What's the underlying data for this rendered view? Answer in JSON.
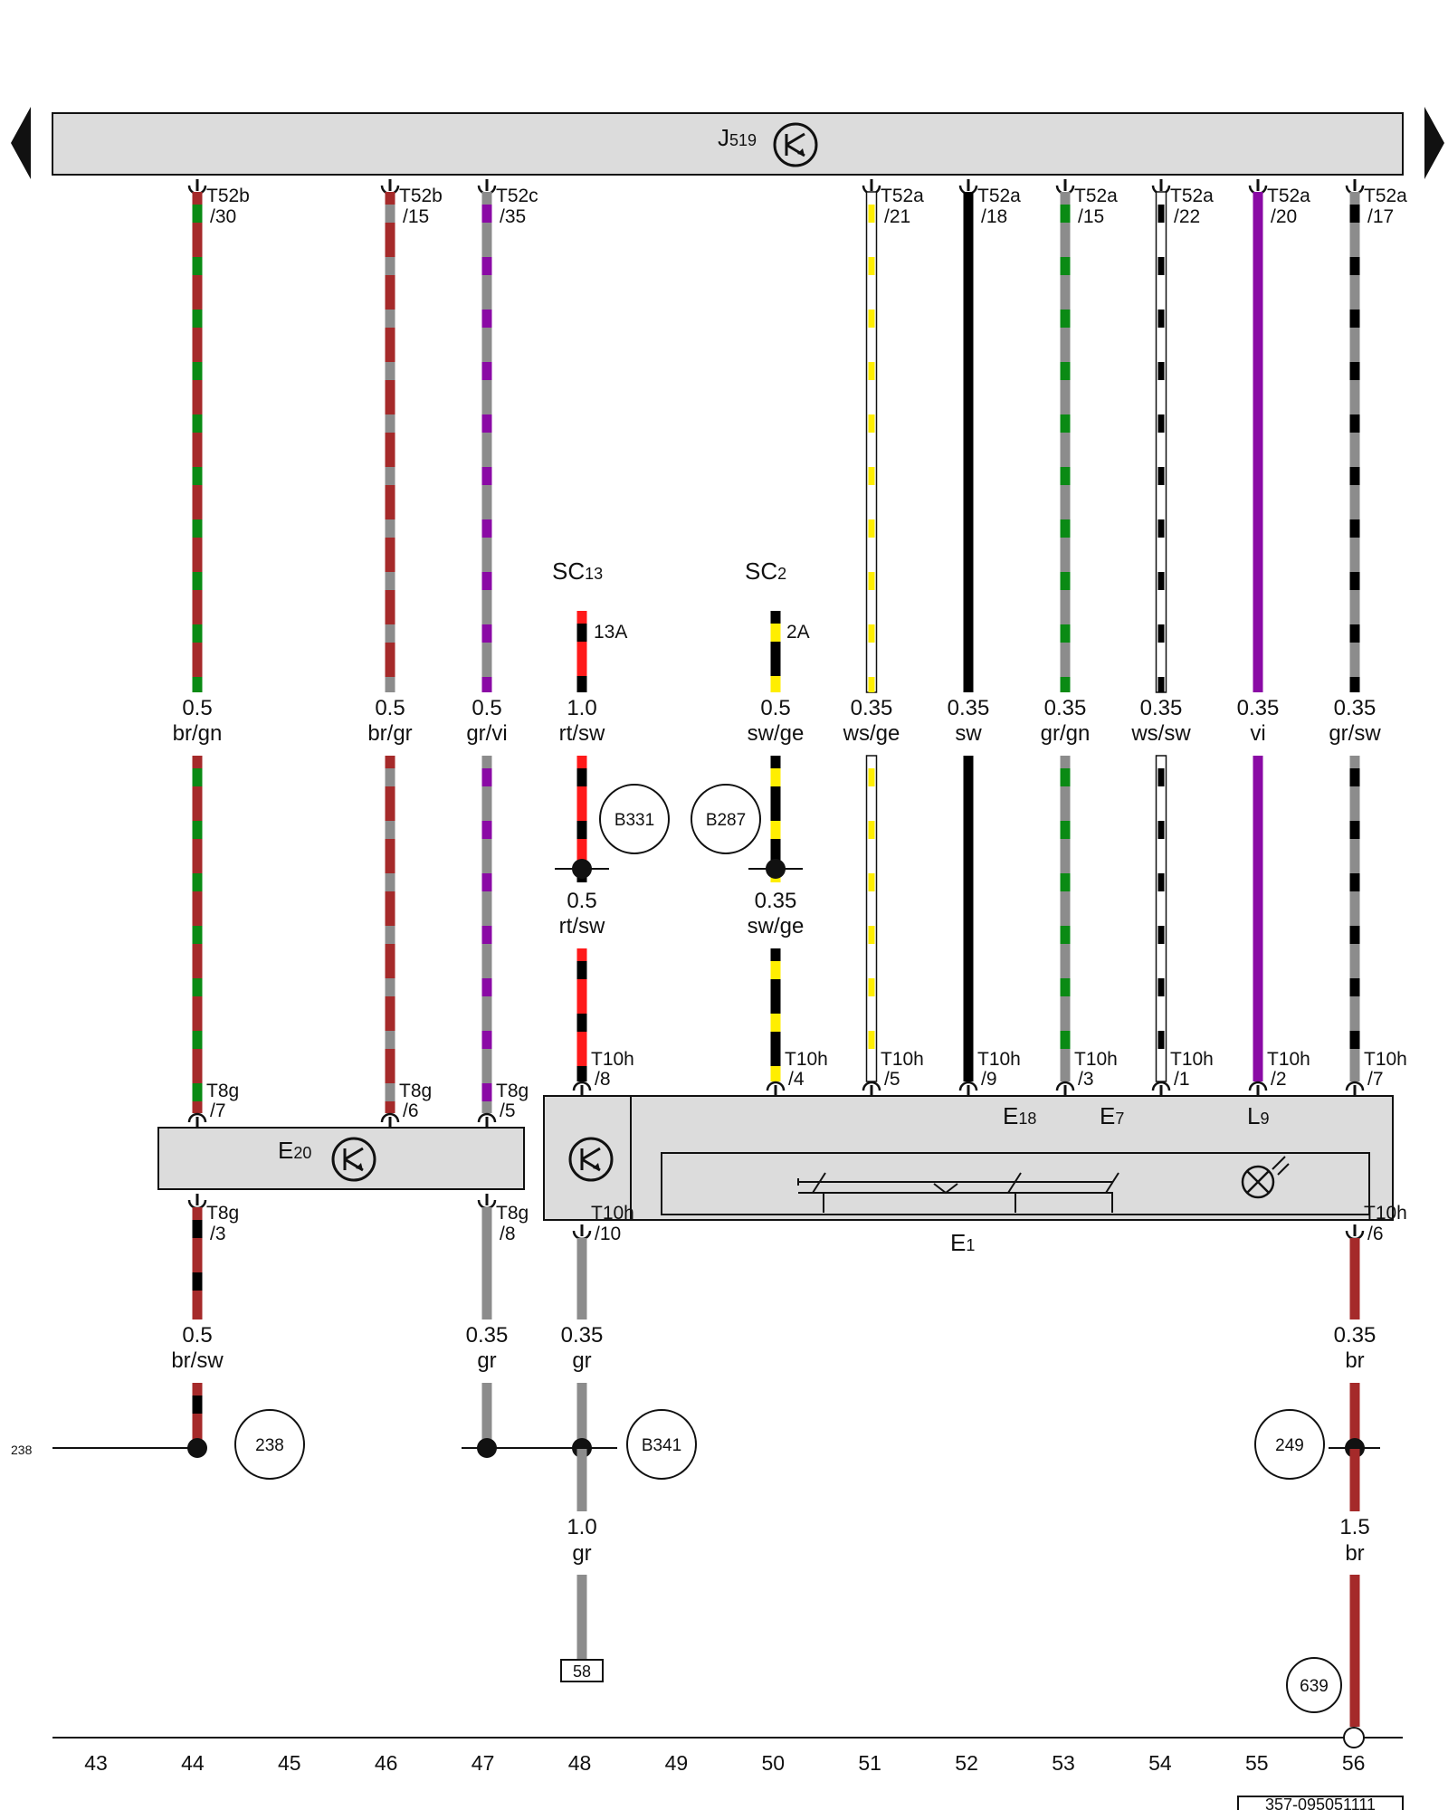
{
  "colors": {
    "br": "#a52a2a",
    "gn": "#0a8a14",
    "gr": "#8c8c8c",
    "vi": "#8a0aa5",
    "rt": "#ff1a1a",
    "sw": "#000000",
    "ge": "#ffee00",
    "ws": "#ffffff",
    "unit_fill": "#dcdcdc"
  },
  "components": {
    "j519": {
      "main": "J",
      "sub": "519"
    },
    "e20": {
      "main": "E",
      "sub": "20"
    },
    "e1": {
      "main": "E",
      "sub": "1"
    },
    "e18": {
      "main": "E",
      "sub": "18"
    },
    "e7": {
      "main": "E",
      "sub": "7"
    },
    "l9": {
      "main": "L",
      "sub": "9"
    },
    "sc13": {
      "main": "SC",
      "sub": "13"
    },
    "sc2": {
      "main": "SC",
      "sub": "2"
    }
  },
  "fuses": {
    "sc13_rating": "13A",
    "sc2_rating": "2A"
  },
  "top_wires": [
    {
      "pin_conn": "T52b",
      "pin_num": "/30",
      "size": "0.5",
      "color_code": "br/gn",
      "c1": "br",
      "c2": "gn",
      "bot_conn": "T8g",
      "bot_num": "/7"
    },
    {
      "pin_conn": "T52b",
      "pin_num": "/15",
      "size": "0.5",
      "color_code": "br/gr",
      "c1": "br",
      "c2": "gr",
      "bot_conn": "T8g",
      "bot_num": "/6"
    },
    {
      "pin_conn": "T52c",
      "pin_num": "/35",
      "size": "0.5",
      "color_code": "gr/vi",
      "c1": "gr",
      "c2": "vi",
      "bot_conn": "T8g",
      "bot_num": "/5"
    },
    {
      "pin_conn": "T52a",
      "pin_num": "/21",
      "size": "0.35",
      "color_code": "ws/ge",
      "c1": "ws",
      "c2": "ge",
      "bot_conn": "T10h",
      "bot_num": "/5"
    },
    {
      "pin_conn": "T52a",
      "pin_num": "/18",
      "size": "0.35",
      "color_code": "sw",
      "c1": "sw",
      "c2": "",
      "bot_conn": "T10h",
      "bot_num": "/9"
    },
    {
      "pin_conn": "T52a",
      "pin_num": "/15",
      "size": "0.35",
      "color_code": "gr/gn",
      "c1": "gr",
      "c2": "gn",
      "bot_conn": "T10h",
      "bot_num": "/3"
    },
    {
      "pin_conn": "T52a",
      "pin_num": "/22",
      "size": "0.35",
      "color_code": "ws/sw",
      "c1": "ws",
      "c2": "sw",
      "bot_conn": "T10h",
      "bot_num": "/1"
    },
    {
      "pin_conn": "T52a",
      "pin_num": "/20",
      "size": "0.35",
      "color_code": "vi",
      "c1": "vi",
      "c2": "",
      "bot_conn": "T10h",
      "bot_num": "/2"
    },
    {
      "pin_conn": "T52a",
      "pin_num": "/17",
      "size": "0.35",
      "color_code": "gr/sw",
      "c1": "gr",
      "c2": "sw",
      "bot_conn": "T10h",
      "bot_num": "/7"
    }
  ],
  "fuse_wires": [
    {
      "size": "1.0",
      "color_code": "rt/sw",
      "size2": "0.5",
      "color_code2": "rt/sw",
      "c1": "rt",
      "c2": "sw",
      "splice": "B331",
      "bot_conn": "T10h",
      "bot_num": "/8"
    },
    {
      "size": "0.5",
      "color_code": "sw/ge",
      "size2": "0.35",
      "color_code2": "sw/ge",
      "c1": "sw",
      "c2": "ge",
      "splice": "B287",
      "bot_conn": "T10h",
      "bot_num": "/4"
    }
  ],
  "lower_wires": [
    {
      "top_conn": "T8g",
      "top_num": "/3",
      "size": "0.5",
      "color_code": "br/sw",
      "c1": "br",
      "c2": "sw"
    },
    {
      "top_conn": "T8g",
      "top_num": "/8",
      "size": "0.35",
      "color_code": "gr",
      "c1": "gr",
      "c2": ""
    },
    {
      "top_conn": "T10h",
      "top_num": "/10",
      "size": "0.35",
      "color_code": "gr",
      "c1": "gr",
      "c2": ""
    },
    {
      "top_conn": "T10h",
      "top_num": "/6",
      "size": "0.35",
      "color_code": "br",
      "c1": "br",
      "c2": ""
    }
  ],
  "lower_after_splice": [
    {
      "size": "1.0",
      "color_code": "gr"
    },
    {
      "size": "1.5",
      "color_code": "br"
    }
  ],
  "splices": {
    "s238": "238",
    "b341": "B341",
    "s249": "249",
    "s639": "639"
  },
  "references": {
    "left_ref": "238",
    "terminal": "58"
  },
  "columns": [
    "43",
    "44",
    "45",
    "46",
    "47",
    "48",
    "49",
    "50",
    "51",
    "52",
    "53",
    "54",
    "55",
    "56"
  ],
  "drawing_number": "357-095051111"
}
